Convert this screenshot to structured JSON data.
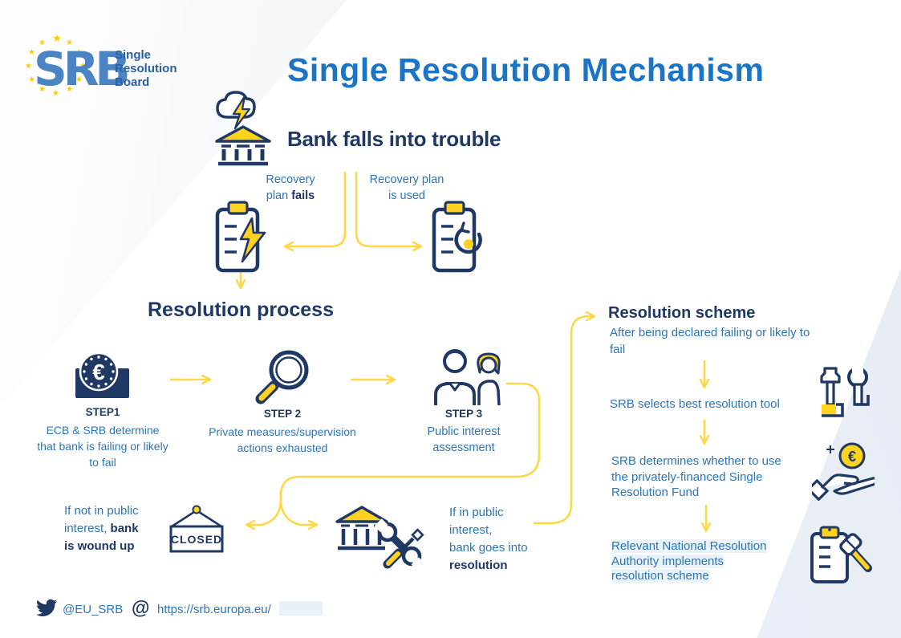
{
  "colors": {
    "title_blue": "#1B74C4",
    "navy": "#1F3864",
    "text_blue": "#2E75B6",
    "yellow_fill": "#FFD21F",
    "yellow_line": "#FFD84A",
    "eu_star": "#FFCC00"
  },
  "logo": {
    "srb_text": "SRB",
    "org_line1": "Single",
    "org_line2": "Resolution",
    "org_line3": "Board"
  },
  "header": {
    "title": "Single Resolution Mechanism"
  },
  "trouble": {
    "heading": "Bank falls into trouble"
  },
  "recovery": {
    "fails": {
      "l1": "Recovery",
      "l2_normal": "plan",
      "l2_bold": "fails"
    },
    "used": {
      "l1": "Recovery plan",
      "l2": "is used"
    }
  },
  "process": {
    "heading": "Resolution process",
    "steps": [
      {
        "label": "STEP1",
        "lines": [
          "ECB & SRB determine",
          "that bank is failing or likely",
          "to fail"
        ]
      },
      {
        "label": "STEP 2",
        "lines": [
          "Private measures/supervision",
          "actions exhausted"
        ]
      },
      {
        "label": "STEP 3",
        "lines": [
          "Public interest",
          "assessment"
        ]
      }
    ]
  },
  "outcomes": {
    "not_public": {
      "l1": "If not in public",
      "l2_normal": "interest,",
      "l2_bold": "bank",
      "l3_bold": "is wound up"
    },
    "closed_sign": "CLOSED",
    "public": {
      "l1": "If in public",
      "l2": "interest,",
      "l3": "bank goes into",
      "l4_bold": "resolution"
    }
  },
  "scheme": {
    "heading": "Resolution scheme",
    "sub_lines": [
      "After being declared failing or likely to",
      "fail"
    ],
    "item1": "SRB selects best resolution tool",
    "item2_lines": [
      "SRB determines whether to use",
      "the privately-financed Single",
      "Resolution Fund"
    ],
    "item3_lines": [
      "Relevant National Resolution",
      "Authority implements",
      "resolution scheme"
    ]
  },
  "icons": {
    "euro_glyph": "€"
  },
  "footer": {
    "twitter_handle": "@EU_SRB",
    "at_symbol": "@",
    "url": "https://srb.europa.eu/"
  }
}
